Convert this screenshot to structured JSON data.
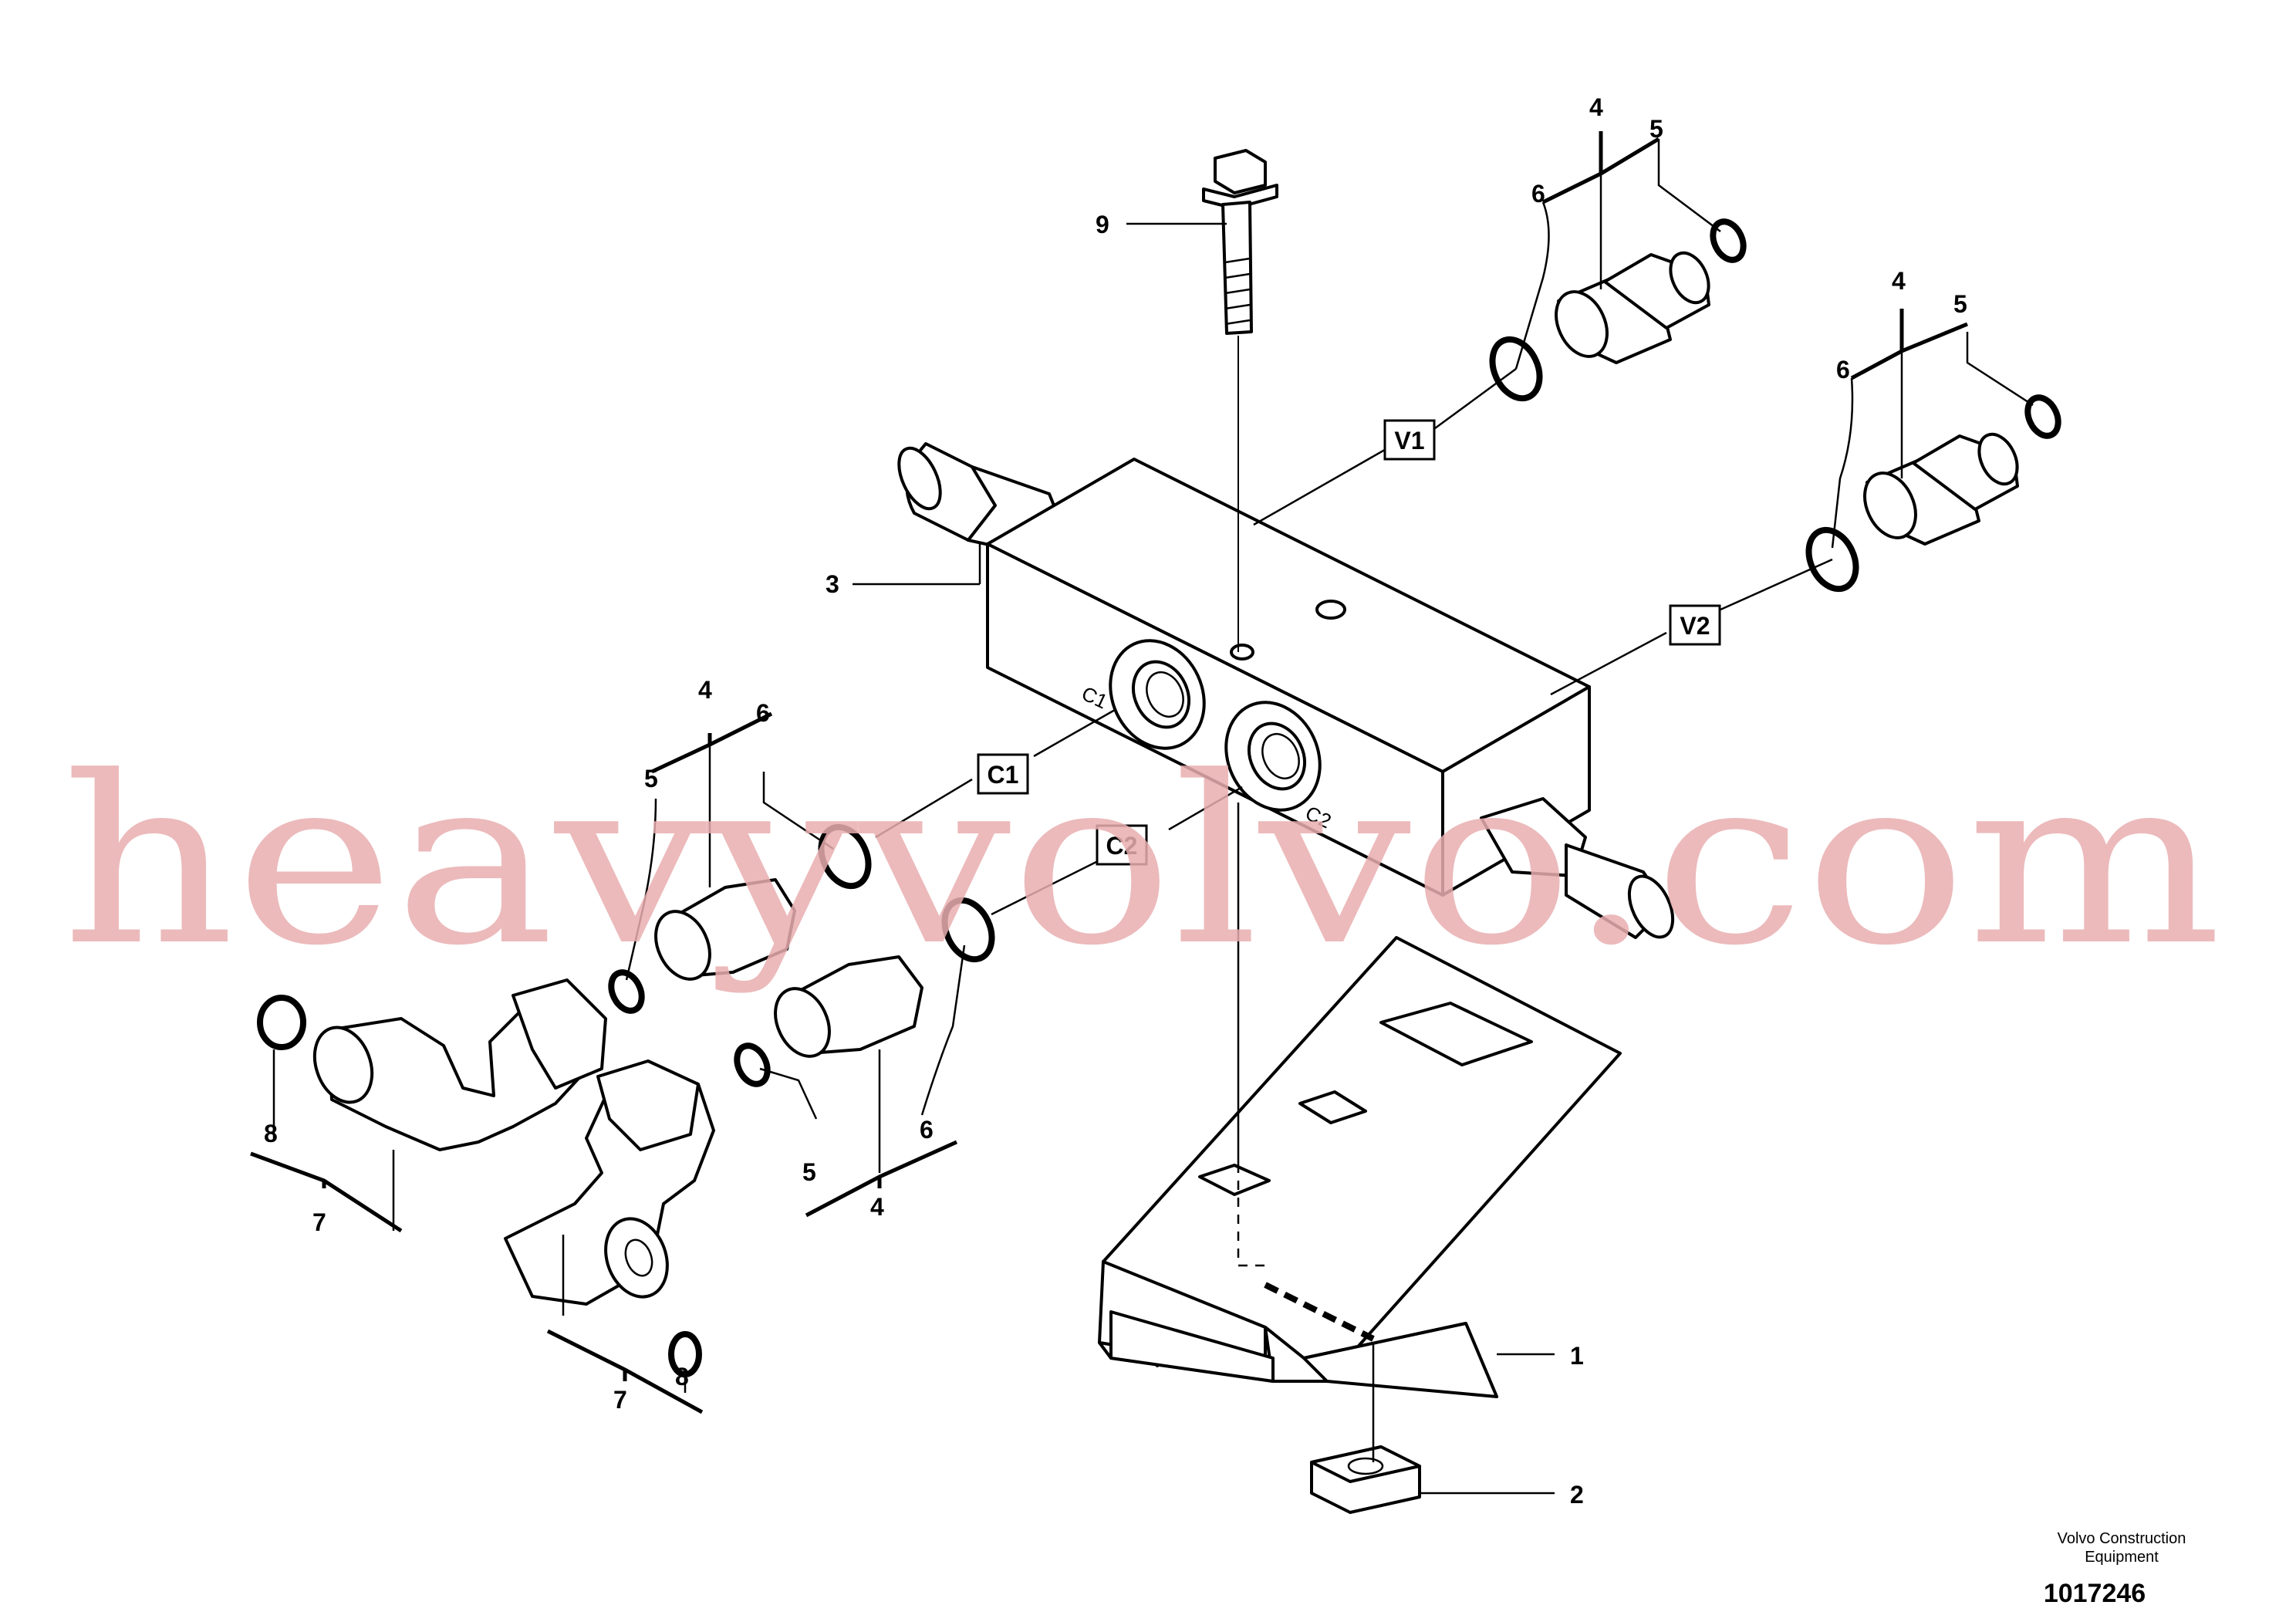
{
  "watermark": "heavyvolvo.com",
  "footer": {
    "company_line1": "Volvo Construction",
    "company_line2": "Equipment",
    "drawing_number": "1017246"
  },
  "callouts": {
    "c1": "1",
    "c2": "2",
    "c3": "3",
    "c4_top": "4",
    "c5_top": "5",
    "c6_top": "6",
    "c4_right": "4",
    "c5_right": "5",
    "c6_right": "6",
    "c4_left": "4",
    "c5_left": "5",
    "c6_left": "6",
    "c4_mid": "4",
    "c5_mid": "5",
    "c6_mid": "6",
    "c7_a": "7",
    "c8_a": "8",
    "c7_b": "7",
    "c8_b": "8",
    "c9": "9"
  },
  "port_labels": {
    "v1": "V1",
    "v2": "V2",
    "c1": "C1",
    "c2": "C2"
  },
  "engraved": {
    "c1": "C1",
    "c2": "C2"
  }
}
